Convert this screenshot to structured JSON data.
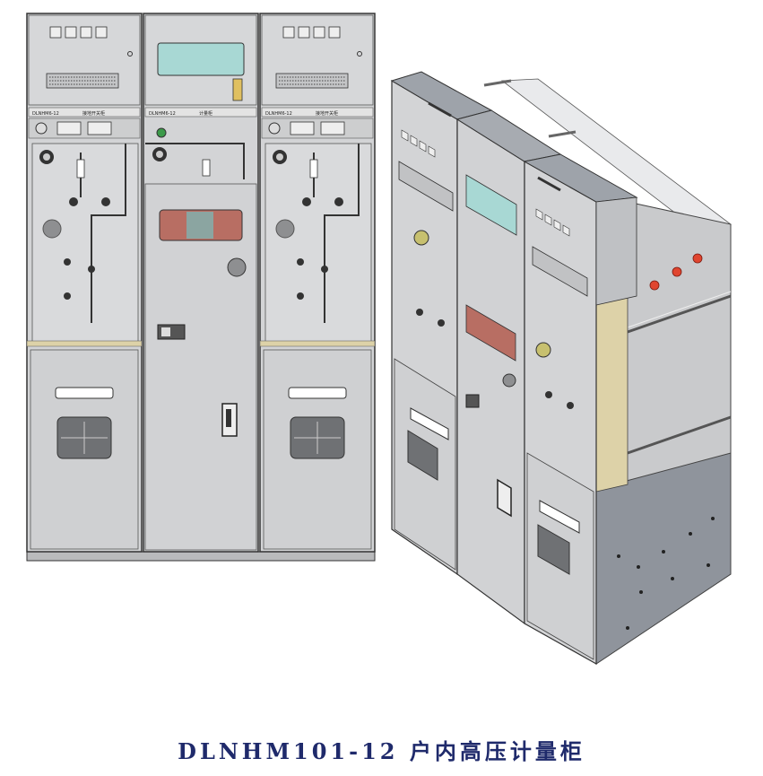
{
  "caption": "DLNHM101-12 户内高压计量柜",
  "front_view": {
    "left_panel": {
      "nameplate_left": "DLNHM6-12",
      "nameplate_right": "接地开关柜"
    },
    "middle_panel": {
      "nameplate_left": "DLNHM6-12",
      "nameplate_right": "计量柜"
    },
    "right_panel": {
      "nameplate_left": "DLNHM6-12",
      "nameplate_right": "接地开关柜"
    }
  },
  "colors": {
    "panel_body": "#d3d4d6",
    "panel_border": "#3a3a3a",
    "viewing_window": "#a8d8d4",
    "inspection_window": "#b86e63",
    "inspection_window_teal": "#7fb3b0",
    "flange_yellow": "#ddd2a8",
    "red_valves": "#e0452f",
    "caption_text": "#1f2a6b"
  }
}
